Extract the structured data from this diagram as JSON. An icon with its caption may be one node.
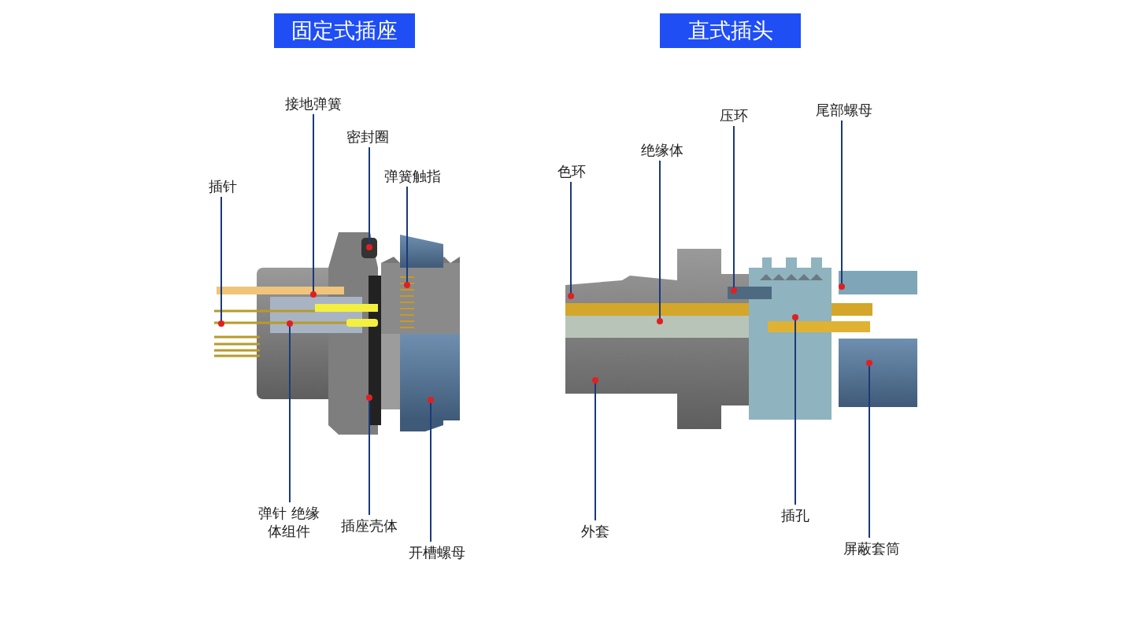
{
  "diagram": {
    "nodes": [
      {
        "text": [
          "固定式插座"
        ]
      },
      {
        "text": [
          "直式插头"
        ]
      },
      {
        "text": [
          "插针"
        ]
      },
      {
        "text": [
          "接地弹簧"
        ]
      },
      {
        "text": [
          "密封圈"
        ]
      },
      {
        "text": [
          "弹簧触指"
        ]
      },
      {
        "text": [
          "弹针 绝缘体组件"
        ]
      },
      {
        "text": [
          "插座壳体"
        ]
      },
      {
        "text": [
          "开槽螺母"
        ]
      },
      {
        "text": [
          "色环"
        ]
      },
      {
        "text": [
          "绝缘体"
        ]
      },
      {
        "text": [
          "压环"
        ]
      },
      {
        "text": [
          "尾部螺母"
        ]
      },
      {
        "text": [
          "外套"
        ]
      },
      {
        "text": [
          "插孔"
        ]
      },
      {
        "text": [
          "屏蔽套筒"
        ]
      }
    ],
    "edges": [
      {
        "from": 2,
        "to": null,
        "arrow": "other"
      },
      {
        "from": 3,
        "to": null,
        "arrow": "other"
      },
      {
        "from": 4,
        "to": null,
        "arrow": "other"
      },
      {
        "from": 5,
        "to": null,
        "arrow": "other"
      },
      {
        "from": 6,
        "to": null,
        "arrow": "other"
      },
      {
        "from": 7,
        "to": null,
        "arrow": "other"
      },
      {
        "from": 8,
        "to": null,
        "arrow": "other"
      },
      {
        "from": 9,
        "to": null,
        "arrow": "other"
      },
      {
        "from": 10,
        "to": null,
        "arrow": "other"
      },
      {
        "from": 11,
        "to": null,
        "arrow": "other"
      },
      {
        "from": 12,
        "to": null,
        "arrow": "other"
      },
      {
        "from": 13,
        "to": null,
        "arrow": "other"
      },
      {
        "from": 14,
        "to": null,
        "arrow": "other"
      },
      {
        "from": 15,
        "to": null,
        "arrow": "other"
      }
    ]
  }
}
